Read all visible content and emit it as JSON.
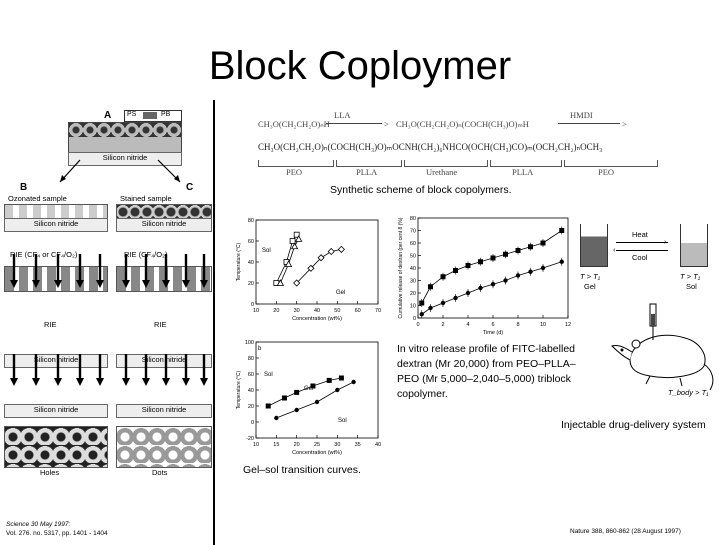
{
  "title": "Block Coploymer",
  "captions": {
    "synthetic": "Synthetic scheme of block copolymers.",
    "release": "In vitro release profile of FITC-labelled dextran (Mr 20,000) from PEO–PLLA–PEO (Mr 5,000–2,040–5,000) triblock copolymer.",
    "injectable": "Injectable drug-delivery system",
    "gelsol": "Gel–sol transition curves."
  },
  "references": {
    "left_line1": "Science 30 May 1997:",
    "left_line2": "Vol. 276. no. 5317, pp. 1401 - 1404",
    "right": "Nature 388, 860-862 (28 August 1997)"
  },
  "scheme": {
    "row1_left": "CH₃O(CH₂CH₂O)ₙH",
    "reagent1": "LLA",
    "row1_right": "CH₃O(CH₂CH₂O)ₙ(COCH(CH₃)O)ₘH",
    "reagent2": "HMDI",
    "row2": "CH₃O(CH₂CH₂O)ₙ(COCH(CH₃)O)ₘOCNH(CH₂)₆NHCO(OCH(CH₃)CO)ₘ(OCH₂CH₂)ₙOCH₃",
    "blocks": [
      "PEO",
      "PLLA",
      "Urethane",
      "PLLA",
      "PEO"
    ]
  },
  "left_figure": {
    "panel_a": "A",
    "panel_b": "B",
    "panel_c": "C",
    "ps": "PS",
    "pb": "PB",
    "silicon_nitride": "Silicon nitride",
    "ozonated": "Ozonated sample",
    "stained": "Stained sample",
    "rie_cf4_o2": "RIE (CF₄ or CF₄/O₂)",
    "rie_cf4_o2_c": "RIE (CF₄/O₂)",
    "rie": "RIE",
    "holes": "Holes",
    "dots": "Dots"
  },
  "gel_plot_top": {
    "ylabel": "Temperature (°C)",
    "xlabel": "Concentration (wt%)",
    "sol": "Sol",
    "gel": "Gel",
    "yticks": [
      "80",
      "60",
      "40",
      "20",
      "0"
    ],
    "xticks": [
      "10",
      "20",
      "30",
      "40",
      "50",
      "60",
      "70"
    ]
  },
  "gel_plot_bottom": {
    "panel": "b",
    "ylabel": "Temperature (°C)",
    "xlabel": "Concentration (wt%)",
    "sol": "Sol",
    "gel": "Gel",
    "sol2": "Sol",
    "yticks": [
      "100",
      "80",
      "60",
      "40",
      "20",
      "0",
      "-20"
    ],
    "xticks": [
      "10",
      "15",
      "20",
      "25",
      "30",
      "35",
      "40"
    ]
  },
  "release_plot": {
    "ylabel": "Cumulative release of dextran (per cent 8 (%)",
    "xlabel": "Time (d)",
    "yticks": [
      "80",
      "70",
      "60",
      "50",
      "40",
      "30",
      "20",
      "10",
      "0"
    ],
    "xticks": [
      "0",
      "2",
      "4",
      "6",
      "8",
      "10",
      "12"
    ]
  },
  "vials": {
    "heat": "Heat",
    "cool": "Cool",
    "left_cond": "T > T₁",
    "left_state": "Gel",
    "right_cond": "T > T₁",
    "right_state": "Sol",
    "mouse_cond": "T_body > T₁"
  },
  "chart_data": [
    {
      "type": "scatter",
      "title": "",
      "xlabel": "Concentration (wt%)",
      "ylabel": "Temperature (°C)",
      "xlim": [
        10,
        70
      ],
      "ylim": [
        0,
        80
      ],
      "series": [
        {
          "x": [
            20,
            25,
            28,
            30
          ],
          "y": [
            20,
            40,
            60,
            66
          ]
        },
        {
          "x": [
            22,
            26,
            29,
            31
          ],
          "y": [
            20,
            38,
            55,
            62
          ]
        },
        {
          "x": [
            30,
            37,
            42,
            47,
            52
          ],
          "y": [
            20,
            34,
            44,
            50,
            52
          ]
        }
      ]
    },
    {
      "type": "scatter",
      "title": "",
      "xlabel": "Concentration (wt%)",
      "ylabel": "Temperature (°C)",
      "xlim": [
        10,
        40
      ],
      "ylim": [
        -20,
        100
      ],
      "series": [
        {
          "x": [
            13,
            17,
            20,
            24,
            28,
            31
          ],
          "y": [
            20,
            30,
            37,
            45,
            52,
            55
          ]
        },
        {
          "x": [
            15,
            20,
            25,
            30,
            34
          ],
          "y": [
            5,
            15,
            25,
            40,
            50
          ]
        }
      ]
    },
    {
      "type": "scatter",
      "title": "",
      "xlabel": "Time (d)",
      "ylabel": "Cumulative release of dextran (per cent 8 (%)",
      "xlim": [
        0,
        12
      ],
      "ylim": [
        0,
        80
      ],
      "series": [
        {
          "x": [
            0.3,
            1,
            2,
            3,
            4,
            5,
            6,
            7,
            8,
            9,
            10,
            11.5
          ],
          "y": [
            12,
            25,
            33,
            38,
            42,
            45,
            48,
            51,
            54,
            57,
            60,
            70
          ]
        },
        {
          "x": [
            0.3,
            1,
            2,
            3,
            4,
            5,
            6,
            7,
            8,
            9,
            10,
            11.5
          ],
          "y": [
            3,
            8,
            12,
            16,
            20,
            24,
            27,
            30,
            34,
            37,
            40,
            45
          ]
        }
      ]
    }
  ]
}
